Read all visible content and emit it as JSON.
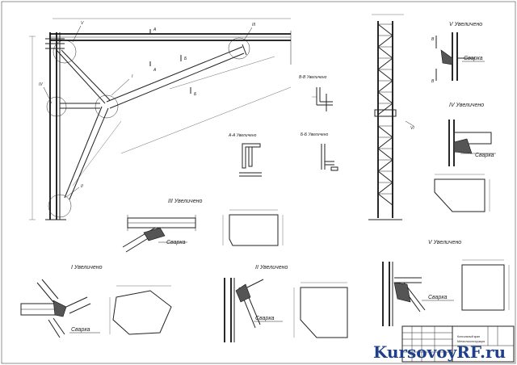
{
  "document": {
    "type": "engineering-drawing",
    "title_block": {
      "title": "Консольный кран",
      "subtitle": "Металлоконструкция"
    },
    "watermark": {
      "text": "KursovoyRF.ru",
      "color": "#1e3f8c"
    }
  },
  "views": {
    "main": {
      "node_labels": [
        "I",
        "II",
        "III",
        "IV",
        "V"
      ]
    },
    "section_v": {
      "label": "В-В Увеличено"
    },
    "section_a": {
      "label": "А-А Увеличено"
    },
    "section_b": {
      "label": "Б-Б Увеличено"
    },
    "detail_iii": {
      "label": "III Увеличено",
      "weld": "Сварка"
    },
    "detail_i": {
      "label": "I Увеличено",
      "weld": "Сварка"
    },
    "detail_ii": {
      "label": "II Увеличено",
      "weld": "Сварка"
    },
    "detail_v": {
      "label": "V Увеличено",
      "weld": "Сварка"
    },
    "detail_iv": {
      "label": "IV Увеличено",
      "weld": "Сварка"
    },
    "lattice_mast": {
      "label": "VI"
    }
  },
  "section_marks": [
    "А",
    "Б",
    "В"
  ]
}
